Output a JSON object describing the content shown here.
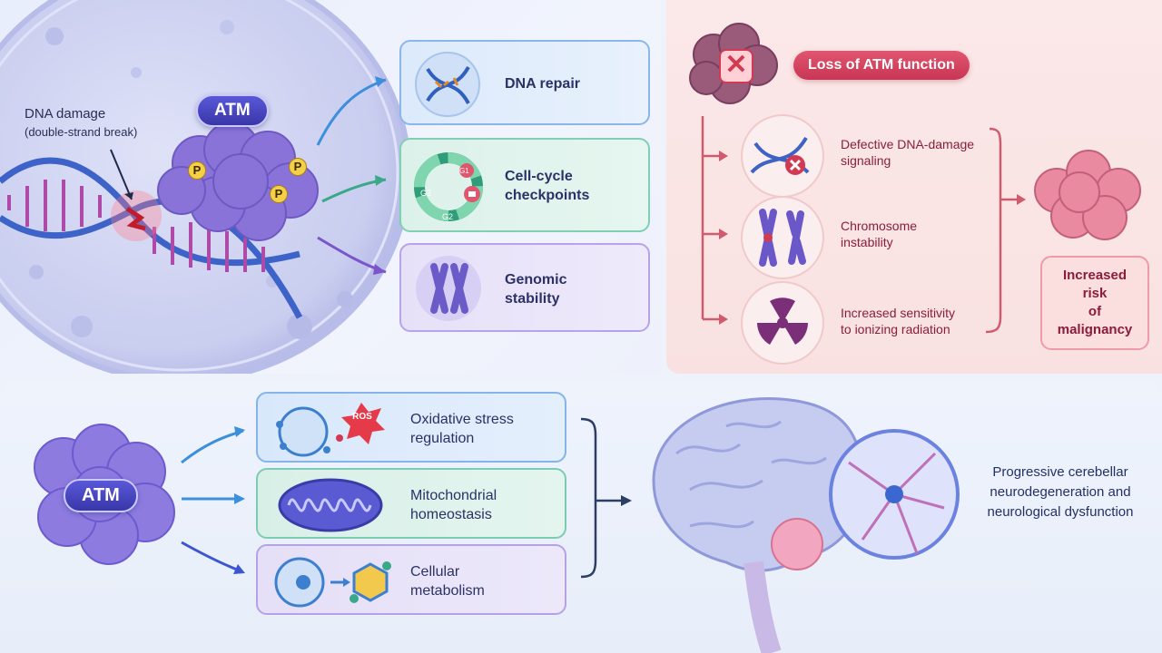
{
  "top_left": {
    "atm_label": "ATM",
    "damage_label_line1": "DNA damage",
    "damage_label_line2": "(double-strand break)",
    "phospho": "P",
    "outcomes": [
      {
        "label": "DNA repair"
      },
      {
        "label_line1": "Cell-cycle",
        "label_line2": "checkpoints"
      },
      {
        "label_line1": "Genomic",
        "label_line2": "stability"
      }
    ],
    "cycle_labels": [
      "G2",
      "G1",
      "G2"
    ]
  },
  "top_right": {
    "loss_label": "Loss of ATM function",
    "consequences": [
      {
        "line1": "Defective DNA-damage",
        "line2": "signaling"
      },
      {
        "line1": "Chromosome",
        "line2": "instability"
      },
      {
        "line1": "Increased sensitivity",
        "line2": "to ionizing radiation"
      }
    ],
    "risk_line1": "Increased risk",
    "risk_line2": "of malignancy"
  },
  "bottom": {
    "atm_label": "ATM",
    "ros_label": "ROS",
    "functions": [
      {
        "line1": "Oxidative stress",
        "line2": "regulation"
      },
      {
        "line1": "Mitochondrial",
        "line2": "homeostasis"
      },
      {
        "line1": "Cellular",
        "line2": "metabolism"
      }
    ],
    "outcome_line1": "Progressive cerebellar",
    "outcome_line2": "neurodegeneration and",
    "outcome_line3": "neurological dysfunction"
  },
  "colors": {
    "blue_box": "#6fa7e6",
    "green_box": "#66c7a5",
    "purple_box": "#b39be6",
    "loss_red": "#d2445f",
    "atm_purple": "#4a47c4"
  }
}
